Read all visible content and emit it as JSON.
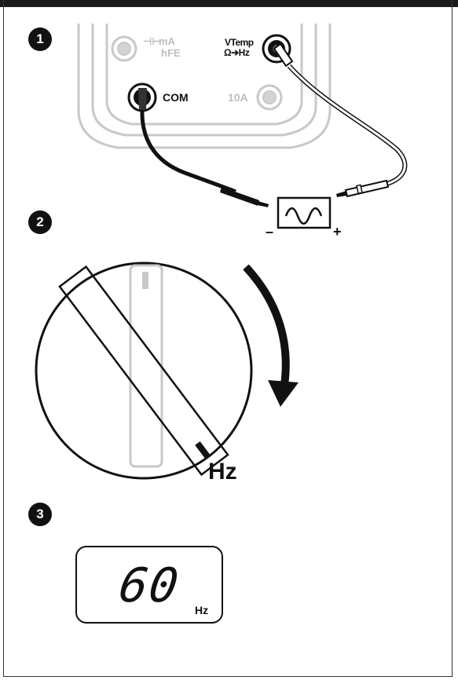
{
  "steps": [
    {
      "number": "1"
    },
    {
      "number": "2"
    },
    {
      "number": "3"
    }
  ],
  "jacks": {
    "ma_hfe": {
      "line1": "mA",
      "symbol": "⊣⊢",
      "line2": "hFE"
    },
    "v_temp": {
      "line1": "VTemp",
      "line2": "Ω➔Hz"
    },
    "com": {
      "label": "COM"
    },
    "ten_a": {
      "label": "10A"
    }
  },
  "source": {
    "minus": "–",
    "plus": "+"
  },
  "dial": {
    "label": "Hz"
  },
  "display": {
    "reading": "60",
    "unit": "Hz"
  },
  "colors": {
    "ink": "#111111",
    "faded": "#bdbdbd",
    "probe_white": "#ffffff"
  }
}
